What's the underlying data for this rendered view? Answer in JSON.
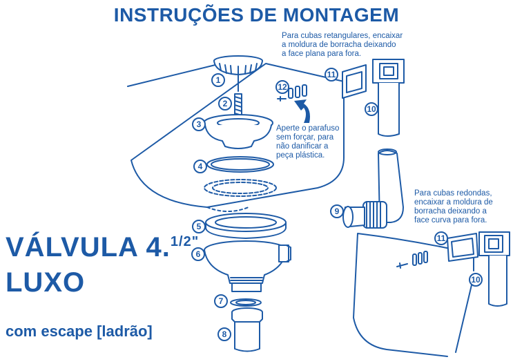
{
  "title": "INSTRUÇÕES DE  MONTAGEM",
  "product": {
    "name_line1": "VÁLVULA 4.",
    "name_fraction": "1/2\"",
    "name_line2": "LUXO",
    "subtitle": "com escape [ladrão]"
  },
  "notes": {
    "rectangular": [
      "Para cubas retangulares, encaixar",
      "a moldura de borracha deixando",
      "a face plana para fora."
    ],
    "screw": [
      "Aperte o parafuso",
      "sem forçar, para",
      "não danificar a",
      "peça plástica."
    ],
    "round": [
      "Para cubas redondas,",
      "encaixar a moldura de",
      "borracha deixando a",
      "face curva para fora."
    ]
  },
  "part_numbers": [
    "1",
    "2",
    "3",
    "4",
    "5",
    "6",
    "7",
    "8",
    "9",
    "10",
    "11",
    "12",
    "10",
    "11"
  ],
  "colors": {
    "accent": "#1d5aa6",
    "line": "#1d5aa6",
    "fill": "#ffffff",
    "shade": "#c9daf0"
  }
}
